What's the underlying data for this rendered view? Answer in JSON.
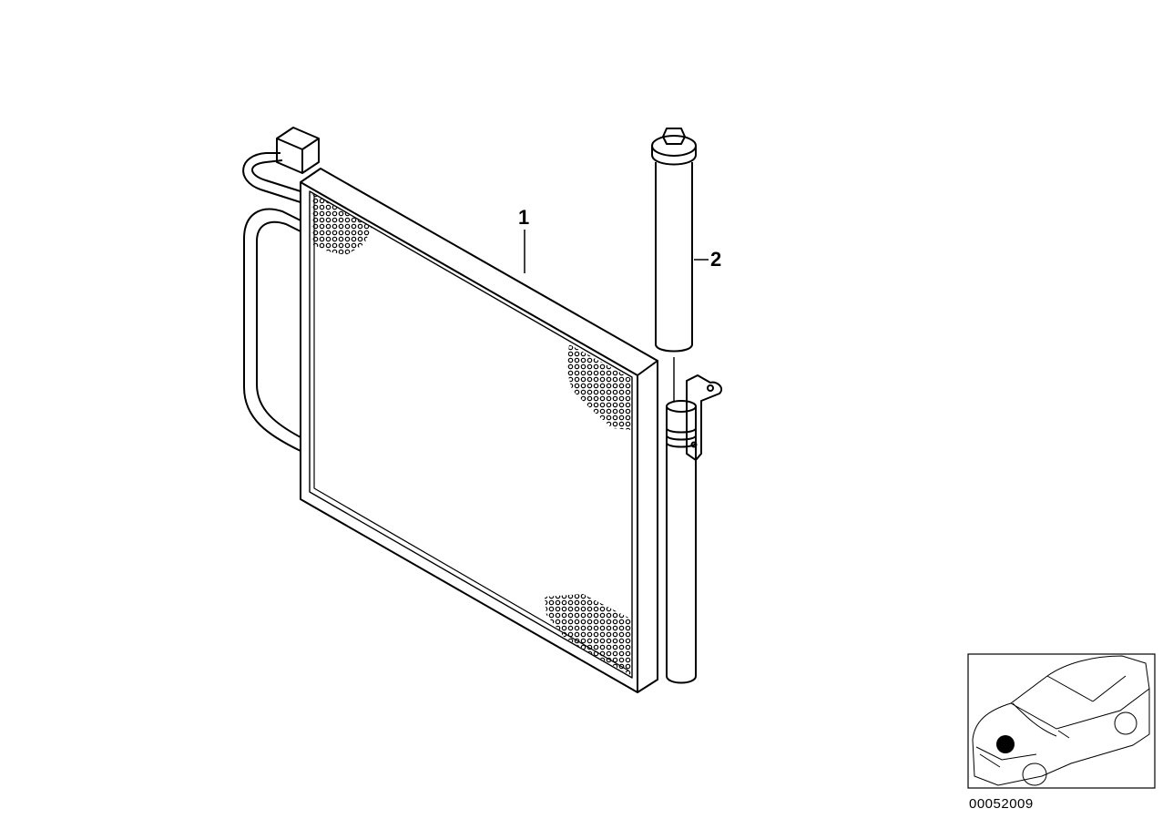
{
  "callouts": [
    {
      "id": "condenser",
      "label": "1"
    },
    {
      "id": "dryer",
      "label": "2"
    }
  ],
  "diagram_number": "00052009",
  "locator": {
    "marker_icon": "location-dot-icon",
    "vehicle_icon": "car-outline-icon"
  },
  "colors": {
    "line": "#000000",
    "background": "#ffffff"
  }
}
